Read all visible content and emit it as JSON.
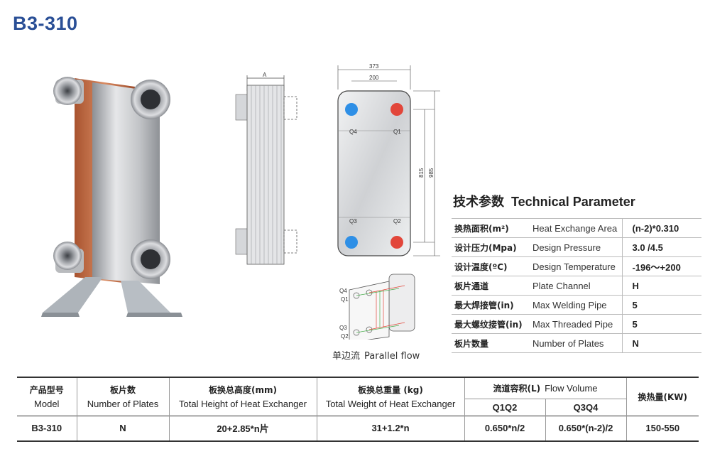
{
  "title": "B3-310",
  "drawing": {
    "dim_a": "A",
    "dim_width": "373",
    "dim_port": "200",
    "dim_h1": "815",
    "dim_h2": "985",
    "ports": [
      "Q4",
      "Q1",
      "Q3",
      "Q2"
    ],
    "flow_cn": "单边流",
    "flow_en": "Parallel flow",
    "flow_labels": [
      "Q4",
      "Q1",
      "Q3",
      "Q2"
    ],
    "port_colors": {
      "cold": "#2e8fe6",
      "hot": "#e2463a"
    }
  },
  "tech": {
    "title_cn": "技术参数",
    "title_en": "Technical Parameter",
    "rows": [
      {
        "cn": "换热面积(m²)",
        "en": "Heat Exchange Area",
        "value": "(n-2)*0.310"
      },
      {
        "cn": "设计压力(Mpa)",
        "en": "Design Pressure",
        "value": "3.0 /4.5"
      },
      {
        "cn": "设计温度(ºC)",
        "en": "Design Temperature",
        "value": "-196～+200"
      },
      {
        "cn": "板片通道",
        "en": "Plate Channel",
        "value": "H"
      },
      {
        "cn": "最大焊接管(in)",
        "en": "Max Welding Pipe",
        "value": "5"
      },
      {
        "cn": "最大螺纹接管(in)",
        "en": "Max Threaded Pipe",
        "value": "5"
      },
      {
        "cn": "板片数量",
        "en": "Number of Plates",
        "value": "N"
      }
    ]
  },
  "model_table": {
    "headers": {
      "model": {
        "cn": "产品型号",
        "en": "Model"
      },
      "plates": {
        "cn": "板片数",
        "en": "Number of Plates"
      },
      "height": {
        "cn": "板换总高度(mm)",
        "en": "Total Height of Heat Exchanger"
      },
      "weight": {
        "cn": "板换总重量 (kg)",
        "en": "Total Weight of Heat Exchanger"
      },
      "flow": {
        "cn": "流道容积(L)",
        "en": "Flow Volume",
        "q1q2": "Q1Q2",
        "q3q4": "Q3Q4"
      },
      "heat": {
        "cn": "换热量(KW)"
      }
    },
    "row": {
      "model": "B3-310",
      "plates": "N",
      "height": "20+2.85*n片",
      "weight": "31+1.2*n",
      "q1q2": "0.650*n/2",
      "q3q4": "0.650*(n-2)/2",
      "heat": "150-550"
    }
  }
}
